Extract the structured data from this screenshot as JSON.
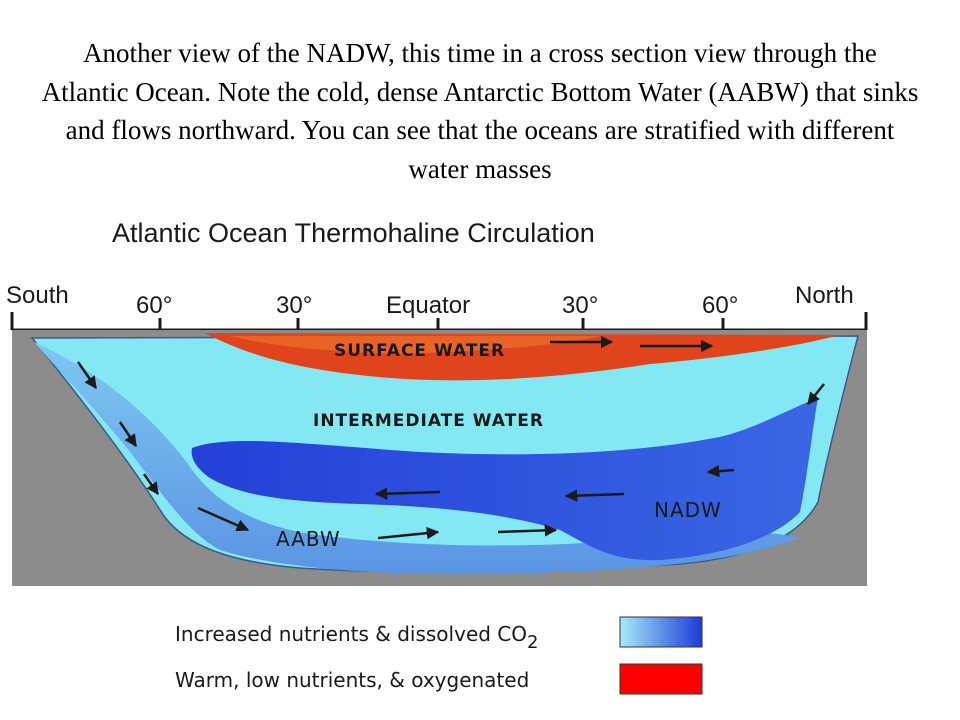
{
  "caption": "Another view of the NADW, this time in a cross section view through the Atlantic Ocean.  Note the cold, dense Antarctic Bottom Water (AABW) that sinks and flows northward.  You can see that the oceans are stratified with different water masses",
  "diagram": {
    "title": "Atlantic Ocean Thermohaline Circulation",
    "latitudes": {
      "south": "South",
      "s60": "60°",
      "s30": "30°",
      "equator": "Equator",
      "n30": "30°",
      "n60": "60°",
      "north": "North"
    },
    "layers": {
      "surface": "SURFACE WATER",
      "intermediate": "INTERMEDIATE WATER",
      "nadw": "NADW",
      "aabw": "AABW"
    },
    "legend": {
      "nutrients": "Increased nutrients & dissolved CO",
      "nutrients_subscript": "2",
      "warm": "Warm, low nutrients, & oxygenated"
    },
    "colors": {
      "land": "#8c8c8c",
      "surface_water": "#e0441c",
      "intermediate_water": "#84e8f4",
      "aabw_water": "#6aa8e8",
      "nadw_water": "#2e4ee0",
      "warm_legend": "#ff0000"
    }
  }
}
